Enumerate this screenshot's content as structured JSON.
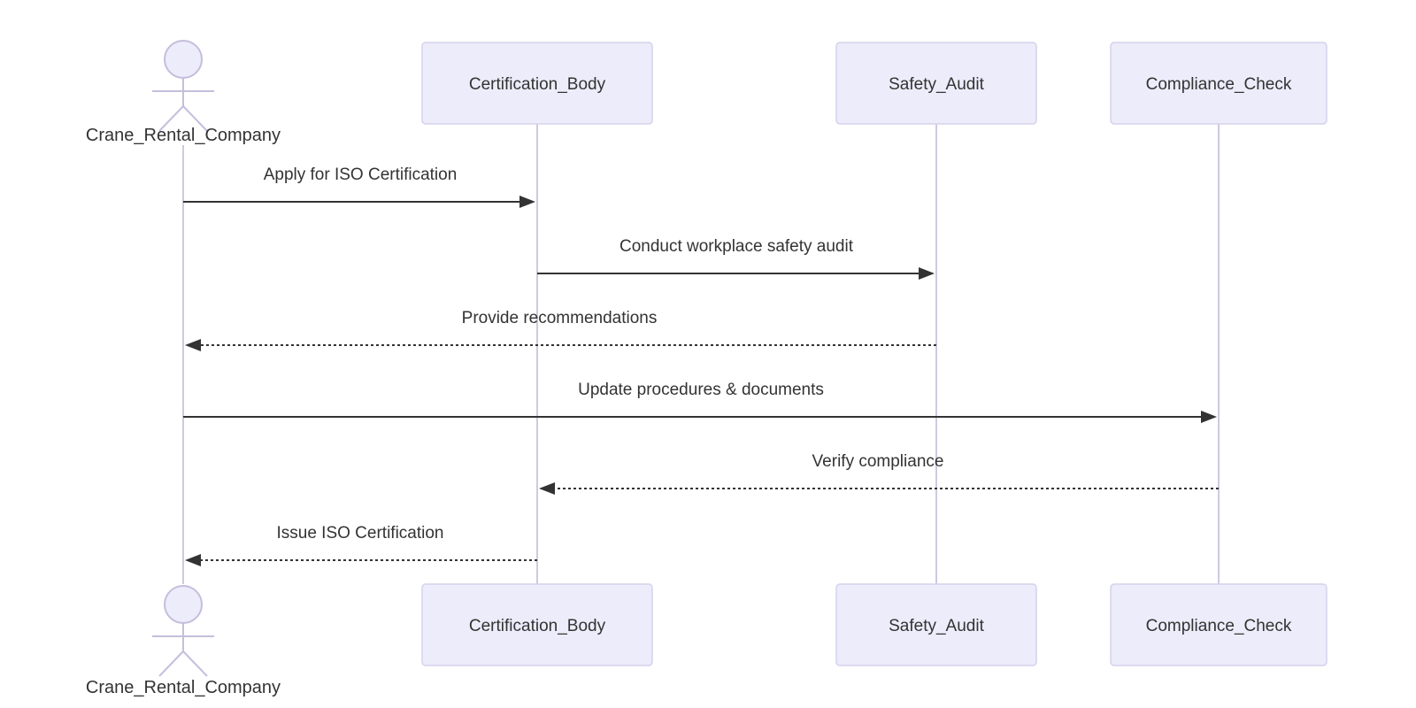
{
  "diagram": {
    "type": "sequence-diagram",
    "actor": {
      "name": "Crane_Rental_Company"
    },
    "participants": [
      {
        "name": "Certification_Body"
      },
      {
        "name": "Safety_Audit"
      },
      {
        "name": "Compliance_Check"
      }
    ],
    "messages": [
      {
        "from": "Crane_Rental_Company",
        "to": "Certification_Body",
        "label": "Apply for ISO Certification",
        "line": "solid",
        "direction": "right"
      },
      {
        "from": "Certification_Body",
        "to": "Safety_Audit",
        "label": "Conduct workplace safety audit",
        "line": "solid",
        "direction": "right"
      },
      {
        "from": "Safety_Audit",
        "to": "Crane_Rental_Company",
        "label": "Provide recommendations",
        "line": "dotted",
        "direction": "left"
      },
      {
        "from": "Crane_Rental_Company",
        "to": "Compliance_Check",
        "label": "Update procedures & documents",
        "line": "solid",
        "direction": "right"
      },
      {
        "from": "Compliance_Check",
        "to": "Certification_Body",
        "label": "Verify compliance",
        "line": "dotted",
        "direction": "left"
      },
      {
        "from": "Certification_Body",
        "to": "Crane_Rental_Company",
        "label": "Issue ISO Certification",
        "line": "dotted",
        "direction": "left"
      }
    ],
    "colors": {
      "background": "#FFFFFF",
      "participant_fill": "#ECECFA",
      "participant_border": "#D5D2EC",
      "lifeline": "#CFC9E2",
      "actor_stroke": "#C5BEDC",
      "arrow": "#333333",
      "text": "#333333"
    }
  }
}
